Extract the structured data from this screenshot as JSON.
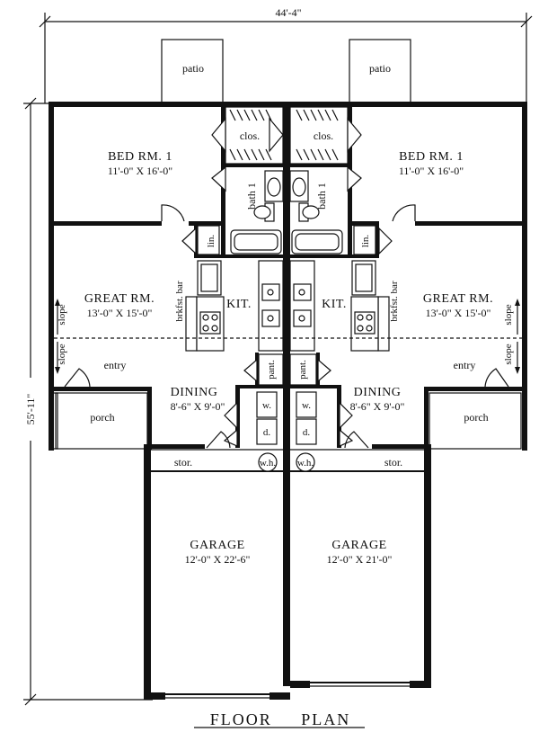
{
  "dimensions": {
    "width": "44'-4\"",
    "depth": "55'-11\""
  },
  "left_unit": {
    "patio": "patio",
    "closet": "clos.",
    "bedroom": {
      "name": "BED RM. 1",
      "size": "11'-0\" X 16'-0\""
    },
    "bath": "bath 1",
    "linen": "lin.",
    "breakfast_bar": "brkfst. bar",
    "kitchen": "KIT.",
    "great_room": {
      "name": "GREAT RM.",
      "size": "13'-0\" X 15'-0\""
    },
    "slope_upper": "slope",
    "slope_lower": "slope",
    "entry": "entry",
    "pantry": "pant.",
    "dining": {
      "name": "DINING",
      "size": "8'-6\" X 9'-0\""
    },
    "washer": "w.",
    "dryer": "d.",
    "porch": "porch",
    "storage": "stor.",
    "water_heater": "w.h.",
    "garage": {
      "name": "GARAGE",
      "size": "12'-0\" X 22'-6\""
    }
  },
  "right_unit": {
    "patio": "patio",
    "closet": "clos.",
    "bedroom": {
      "name": "BED RM. 1",
      "size": "11'-0\" X 16'-0\""
    },
    "bath": "bath 1",
    "linen": "lin.",
    "breakfast_bar": "brkfst. bar",
    "kitchen": "KIT.",
    "great_room": {
      "name": "GREAT RM.",
      "size": "13'-0\" X 15'-0\""
    },
    "slope_upper": "slope",
    "slope_lower": "slope",
    "entry": "entry",
    "pantry": "pant.",
    "dining": {
      "name": "DINING",
      "size": "8'-6\" X 9'-0\""
    },
    "washer": "w.",
    "dryer": "d.",
    "porch": "porch",
    "storage": "stor.",
    "water_heater": "w.h.",
    "garage": {
      "name": "GARAGE",
      "size": "12'-0\" X 21'-0\""
    }
  },
  "title": "FLOOR     PLAN"
}
